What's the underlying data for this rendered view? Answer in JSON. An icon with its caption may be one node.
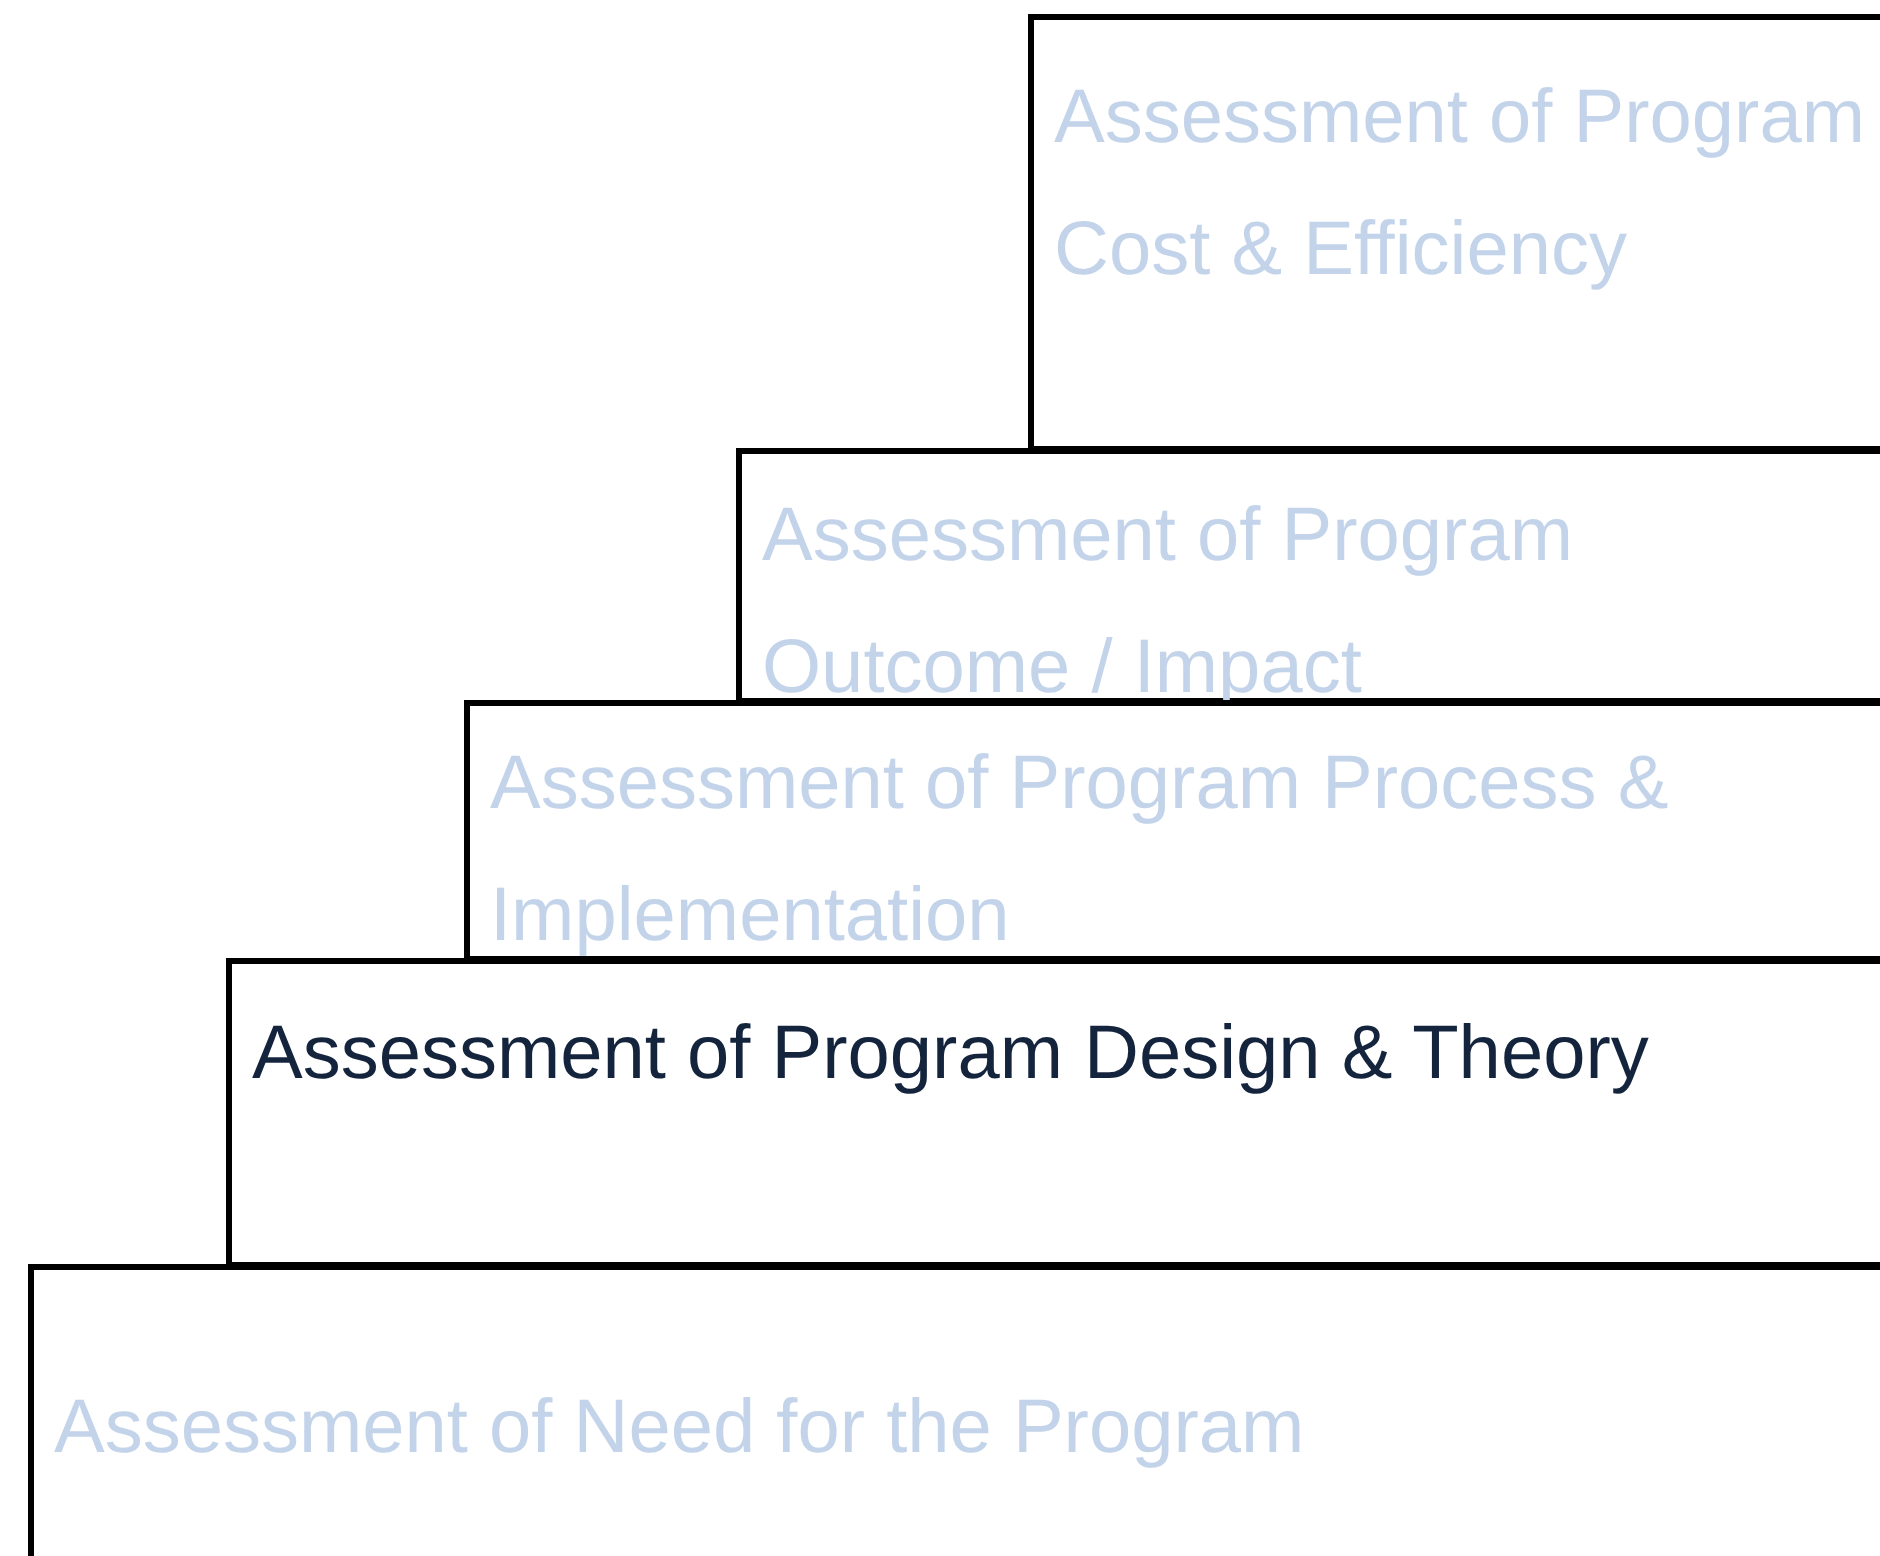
{
  "diagram": {
    "nodes": [
      {
        "text": [
          "Assessment of Program Cost & Efficiency"
        ]
      },
      {
        "text": [
          "Assessment of Program Outcome / Impact"
        ]
      },
      {
        "text": [
          "Assessment of Program Process & Implementation"
        ]
      },
      {
        "text": [
          "Assessment of Program Design & Theory"
        ]
      },
      {
        "text": [
          "Assessment of Need for the Program"
        ]
      }
    ]
  }
}
